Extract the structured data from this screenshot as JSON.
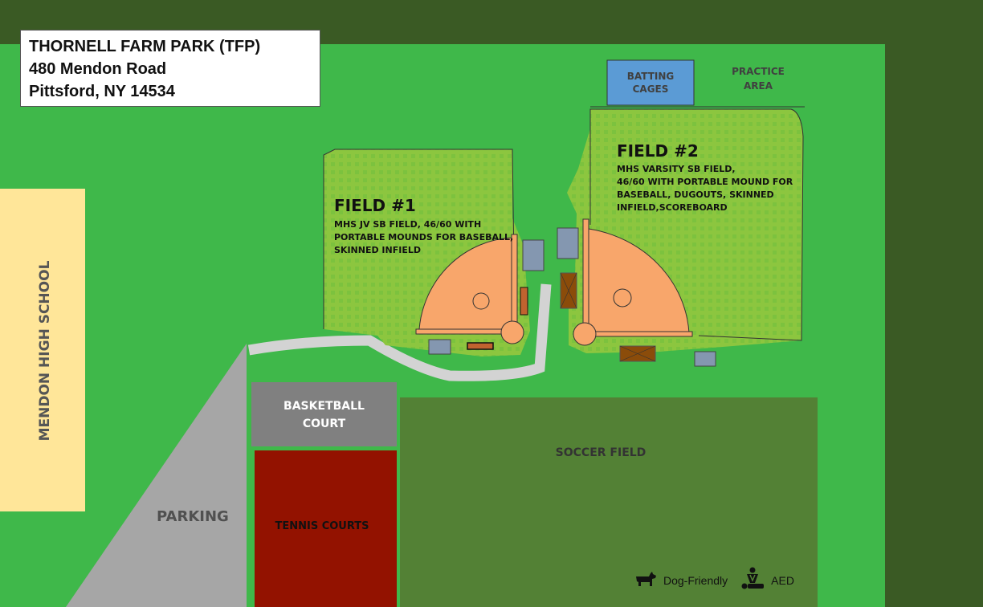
{
  "header": {
    "park_name": "THORNELL FARM PARK (TFP)",
    "address_line1": "480 Mendon Road",
    "address_line2": "Pittsford, NY 14534"
  },
  "areas": {
    "batting_cages": [
      "BATTING",
      "CAGES"
    ],
    "practice_area": [
      "PRACTICE",
      "AREA"
    ],
    "school": "MENDON HIGH SCHOOL",
    "parking": "PARKING",
    "basketball": [
      "BASKETBALL",
      "COURT"
    ],
    "tennis": "TENNIS COURTS",
    "soccer": "SOCCER FIELD"
  },
  "fields": [
    {
      "title": "FIELD #1",
      "description": [
        "MHS JV SB FIELD, 46/60 WITH",
        "PORTABLE MOUNDS FOR BASEBALL,",
        "SKINNED INFIELD"
      ]
    },
    {
      "title": "FIELD #2",
      "description": [
        "MHS VARSITY SB FIELD,",
        "46/60 WITH PORTABLE MOUND FOR",
        "BASEBALL, DUGOUTS, SKINNED",
        "INFIELD,SCOREBOARD"
      ]
    }
  ],
  "legend": [
    {
      "icon": "dog-icon",
      "label": "Dog-Friendly"
    },
    {
      "icon": "aed-icon",
      "label": "AED"
    }
  ],
  "colors": {
    "background_dark": "#3a5a24",
    "grass": "#3fb84a",
    "outfield": "#8cc63f",
    "infield": "#f8a66b",
    "path": "#d3d3d3",
    "parking": "#a6a6a6",
    "basketball": "#808080",
    "tennis": "#931200",
    "soccer": "#538135",
    "school": "#ffe699",
    "batting_cages": "#5b9bd5",
    "dugout": "#8497b0",
    "bleacher": "#8b4c0a"
  }
}
